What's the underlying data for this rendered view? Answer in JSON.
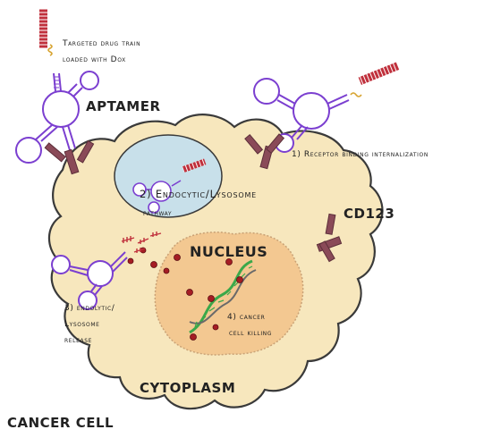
{
  "labels": {
    "drug_train_line1": "Targeted drug train",
    "drug_train_line2": "loaded with Dox",
    "aptamer": "APTAMER",
    "receptor_binding": "1) Receptor binding internalization",
    "endocytic_line1": "2) Endocytic/Lysosome",
    "endocytic_line2": "pathway",
    "cd123": "CD123",
    "nucleus": "NUCLEUS",
    "release_line1": "3) endolytic/",
    "release_line2": "Lysosome",
    "release_line3": "release",
    "killing_line1": "4) cancer",
    "killing_line2": "cell killing",
    "cytoplasm": "CYTOPLASM",
    "cancer_cell": "CANCER CELL"
  },
  "colors": {
    "cell_fill": "#f7e7bd",
    "cell_stroke": "#3a3a3a",
    "nucleus_fill": "#f3c891",
    "vesicle_fill": "#c8e0ea",
    "aptamer": "#7b3fd0",
    "receptor": "#8a4a58",
    "drug_train": "#c0303c",
    "dox_dot": "#a51d24",
    "dna_green": "#3aa84a"
  }
}
